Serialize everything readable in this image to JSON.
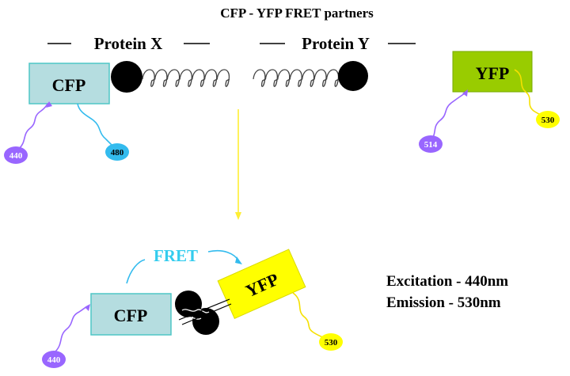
{
  "title": "CFP - YFP FRET partners",
  "top": {
    "protein_x_label": "Protein X",
    "protein_y_label": "Protein Y",
    "cfp_label": "CFP",
    "yfp_label": "YFP",
    "cfp_excitation": "440",
    "cfp_emission": "480",
    "yfp_excitation": "514",
    "yfp_emission": "530"
  },
  "bottom": {
    "fret_label": "FRET",
    "cfp_label": "CFP",
    "yfp_label": "YFP",
    "excitation_badge": "440",
    "emission_badge": "530"
  },
  "legend": {
    "excitation": "Excitation - 440nm",
    "emission": "Emission - 530nm"
  },
  "colors": {
    "cfp_fill": "#b5dde0",
    "cfp_stroke": "#4fc6c6",
    "yfp_top_fill": "#99cc00",
    "yfp_bottom_fill": "#ffff00",
    "violet": "#9966ff",
    "cyan": "#33bbee",
    "yellow_arrow": "#ffee33",
    "fret_text": "#33ccee",
    "helix": "#444444"
  }
}
